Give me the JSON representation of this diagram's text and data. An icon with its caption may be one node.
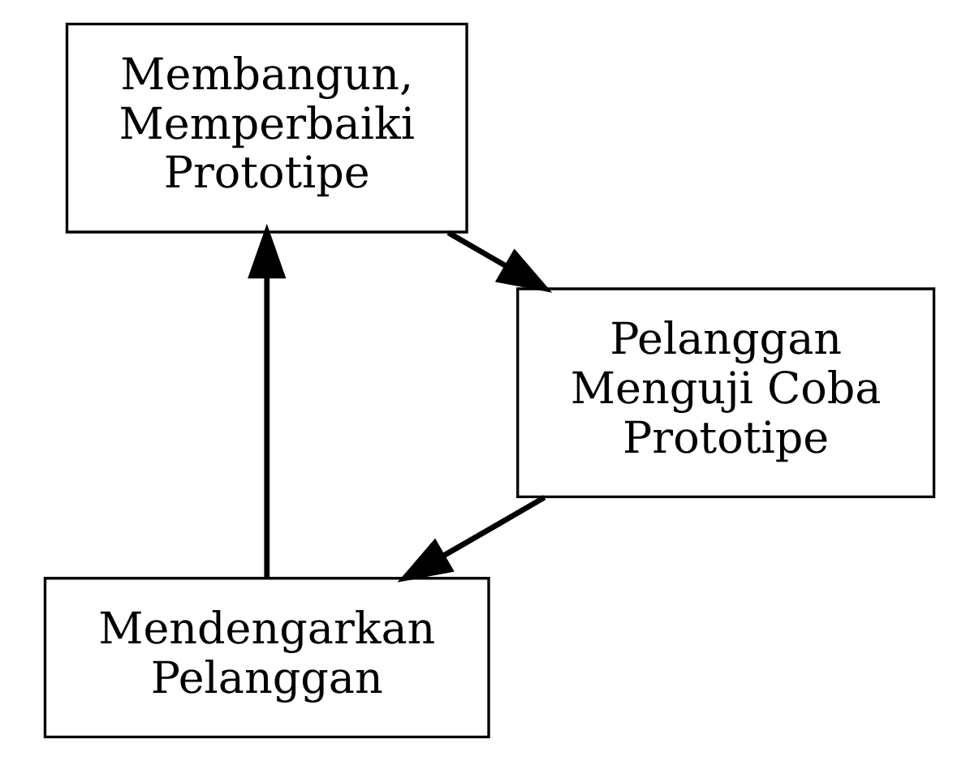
{
  "diagram": {
    "nodes": [
      {
        "text": [
          "Mendengarkan Pelanggan"
        ]
      },
      {
        "text": [
          "Membangun, Memperbaiki Prototipe"
        ]
      },
      {
        "text": [
          "Pelanggan Menguji Coba Prototipe"
        ]
      }
    ],
    "edges": [
      {
        "from": 0,
        "to": 1,
        "arrow": "to"
      },
      {
        "from": 1,
        "to": 2,
        "arrow": "to"
      },
      {
        "from": 2,
        "to": 0,
        "arrow": "to"
      }
    ]
  }
}
